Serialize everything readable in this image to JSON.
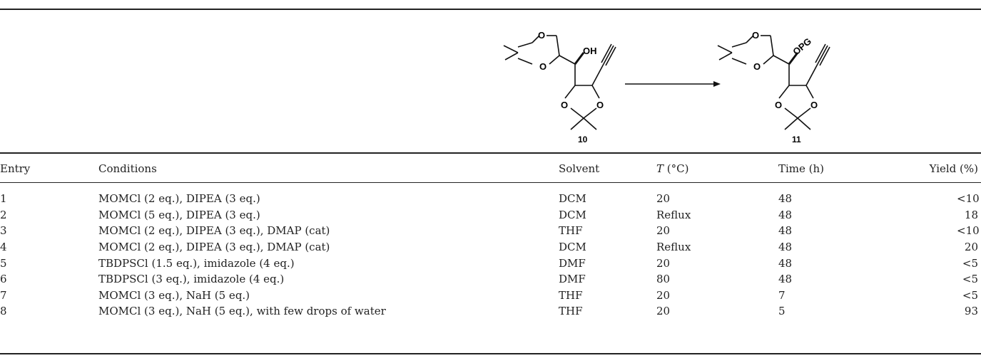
{
  "scheme": {
    "start_label": "10",
    "product_label": "11",
    "atoms": {
      "oxygen": "O",
      "hydroxyl": "OH",
      "protected": "OPG"
    }
  },
  "table": {
    "headers": {
      "entry": "Entry",
      "conditions": "Conditions",
      "solvent": "Solvent",
      "temp_symbol": "T",
      "temp_unit": " (°C)",
      "time": "Time (h)",
      "yield": "Yield (%)"
    },
    "rows": [
      {
        "entry": "1",
        "conditions": "MOMCl (2 eq.), DIPEA (3 eq.)",
        "solvent": "DCM",
        "temp": "20",
        "time": "48",
        "yield": "<10"
      },
      {
        "entry": "2",
        "conditions": "MOMCl (5 eq.), DIPEA (3 eq.)",
        "solvent": "DCM",
        "temp": "Reflux",
        "time": "48",
        "yield": "18"
      },
      {
        "entry": "3",
        "conditions": "MOMCl (2 eq.), DIPEA (3 eq.), DMAP (cat)",
        "solvent": "THF",
        "temp": "20",
        "time": "48",
        "yield": "<10"
      },
      {
        "entry": "4",
        "conditions": "MOMCl (2 eq.), DIPEA (3 eq.), DMAP (cat)",
        "solvent": "DCM",
        "temp": "Reflux",
        "time": "48",
        "yield": "20"
      },
      {
        "entry": "5",
        "conditions": "TBDPSCl (1.5 eq.), imidazole (4 eq.)",
        "solvent": "DMF",
        "temp": "20",
        "time": "48",
        "yield": "<5"
      },
      {
        "entry": "6",
        "conditions": "TBDPSCl (3 eq.), imidazole (4 eq.)",
        "solvent": "DMF",
        "temp": "80",
        "time": "48",
        "yield": "<5"
      },
      {
        "entry": "7",
        "conditions": "MOMCl (3 eq.), NaH (5 eq.)",
        "solvent": "THF",
        "temp": "20",
        "time": "7",
        "yield": "<5"
      },
      {
        "entry": "8",
        "conditions": "MOMCl (3 eq.), NaH (5 eq.), with few drops of water",
        "solvent": "THF",
        "temp": "20",
        "time": "5",
        "yield": "93"
      }
    ]
  }
}
